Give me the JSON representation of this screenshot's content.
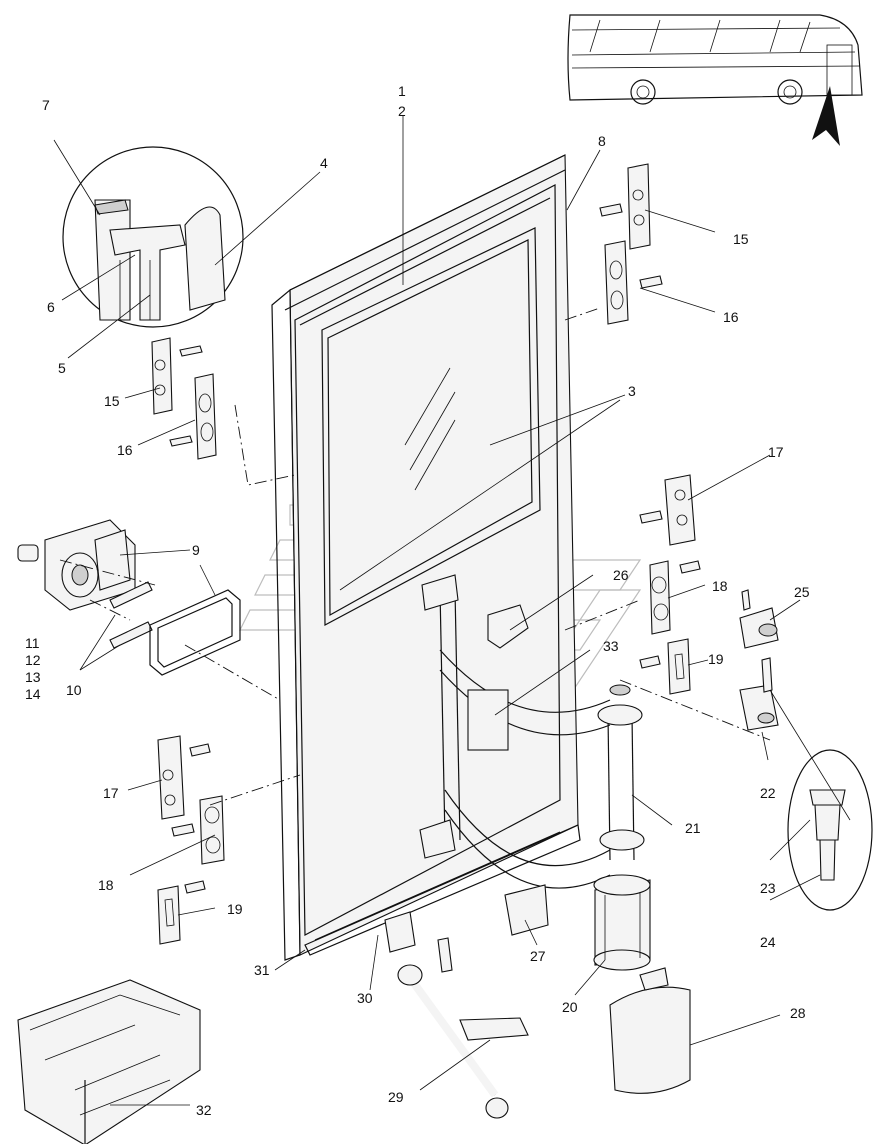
{
  "labels": [
    {
      "id": "l1",
      "text": "1"
    },
    {
      "id": "l2",
      "text": "2"
    },
    {
      "id": "l3",
      "text": "3"
    },
    {
      "id": "l4",
      "text": "4"
    },
    {
      "id": "l5",
      "text": "5"
    },
    {
      "id": "l6",
      "text": "6"
    },
    {
      "id": "l7",
      "text": "7"
    },
    {
      "id": "l8",
      "text": "8"
    },
    {
      "id": "l9",
      "text": "9"
    },
    {
      "id": "l10",
      "text": "10"
    },
    {
      "id": "l11",
      "text": "11"
    },
    {
      "id": "l12",
      "text": "12"
    },
    {
      "id": "l13",
      "text": "13"
    },
    {
      "id": "l14",
      "text": "14"
    },
    {
      "id": "l15a",
      "text": "15"
    },
    {
      "id": "l15b",
      "text": "15"
    },
    {
      "id": "l16a",
      "text": "16"
    },
    {
      "id": "l16b",
      "text": "16"
    },
    {
      "id": "l17a",
      "text": "17"
    },
    {
      "id": "l17b",
      "text": "17"
    },
    {
      "id": "l18a",
      "text": "18"
    },
    {
      "id": "l18b",
      "text": "18"
    },
    {
      "id": "l19a",
      "text": "19"
    },
    {
      "id": "l19b",
      "text": "19"
    },
    {
      "id": "l20",
      "text": "20"
    },
    {
      "id": "l21",
      "text": "21"
    },
    {
      "id": "l22",
      "text": "22"
    },
    {
      "id": "l23",
      "text": "23"
    },
    {
      "id": "l24",
      "text": "24"
    },
    {
      "id": "l25",
      "text": "25"
    },
    {
      "id": "l26",
      "text": "26"
    },
    {
      "id": "l27",
      "text": "27"
    },
    {
      "id": "l28",
      "text": "28"
    },
    {
      "id": "l29",
      "text": "29"
    },
    {
      "id": "l30",
      "text": "30"
    },
    {
      "id": "l31",
      "text": "31"
    },
    {
      "id": "l32",
      "text": "32"
    },
    {
      "id": "l33",
      "text": "33"
    }
  ]
}
